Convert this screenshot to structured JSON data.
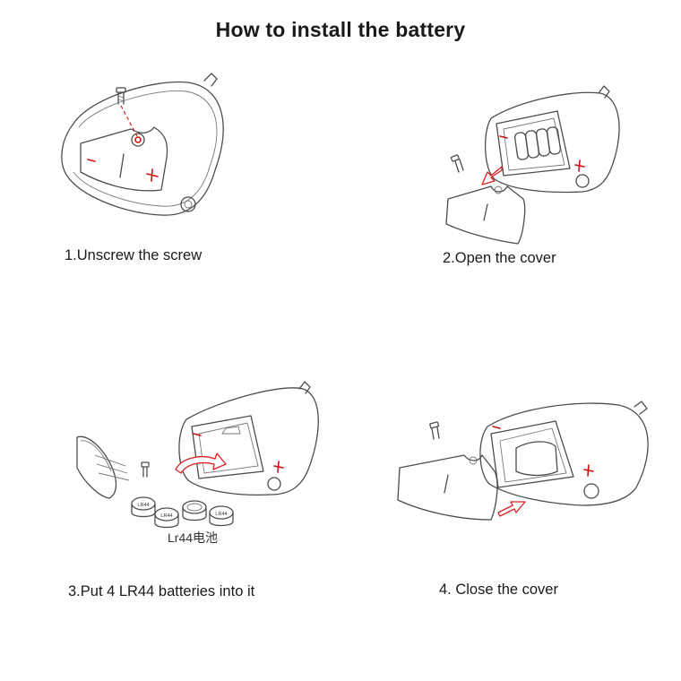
{
  "title": "How to install the battery",
  "steps": [
    {
      "caption": "1.Unscrew the screw"
    },
    {
      "caption": "2.Open the cover"
    },
    {
      "caption": "3.Put 4 LR44 batteries into it",
      "battery_label": "Lr44电池",
      "battery_print": "LR44"
    },
    {
      "caption": "4. Close the cover"
    }
  ],
  "colors": {
    "accent": "#d01010",
    "outline": "#4d4d4d"
  }
}
